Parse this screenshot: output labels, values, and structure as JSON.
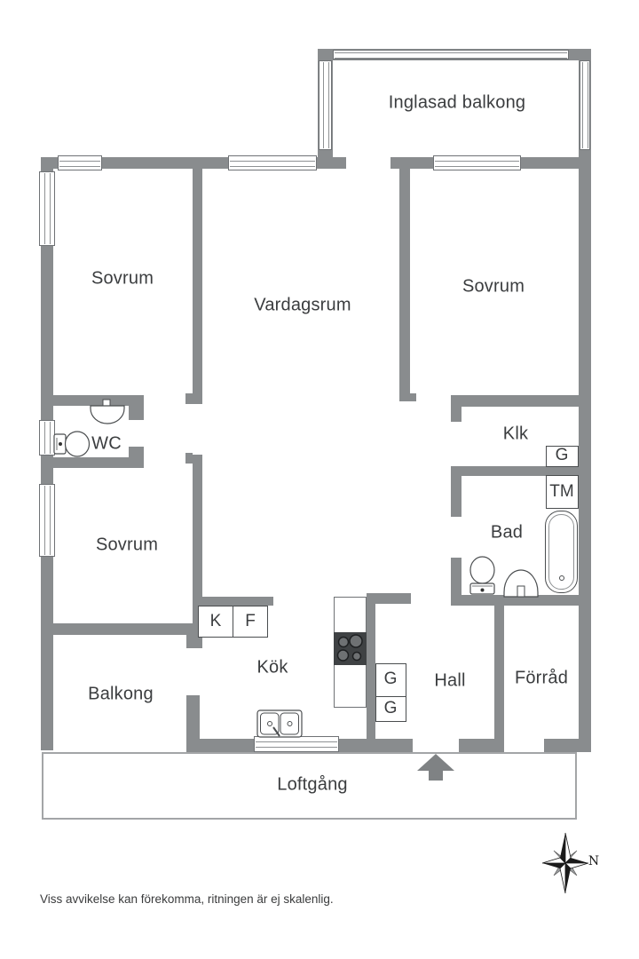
{
  "plan": {
    "rooms": {
      "inglasad_balkong": "Inglasad balkong",
      "sovrum_top_left": "Sovrum",
      "vardagsrum": "Vardagsrum",
      "sovrum_top_right": "Sovrum",
      "wc": "WC",
      "klk": "Klk",
      "bad": "Bad",
      "sovrum_lower_left": "Sovrum",
      "balkong": "Balkong",
      "kok": "Kök",
      "hall": "Hall",
      "forrad": "Förråd",
      "loftgang": "Loftgång"
    },
    "fixtures": {
      "fridge": "K",
      "freezer": "F",
      "wardrobe_klk": "G",
      "washing_machine": "TM",
      "wardrobe_hall_1": "G",
      "wardrobe_hall_2": "G"
    },
    "compass": {
      "north": "N"
    },
    "footer": {
      "disclaimer": "Viss avvikelse kan förekomma, ritningen är ej skalenlig."
    },
    "colors": {
      "wall": "#898C8E",
      "text": "#3B3D3F",
      "outline": "#4A4D4F"
    }
  }
}
